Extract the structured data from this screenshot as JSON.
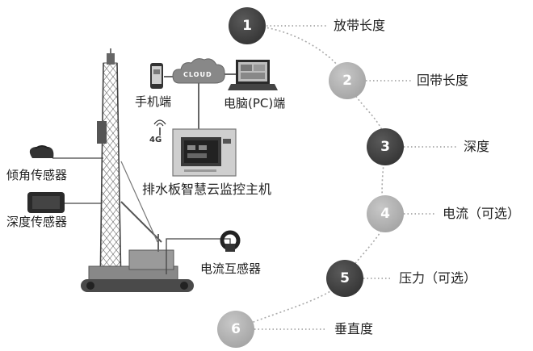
{
  "labels": {
    "phone": "手机端",
    "pc": "电脑(PC)端",
    "signal": "4G",
    "cloud": "CLOUD",
    "host": "排水板智慧云监控主机",
    "tilt_sensor": "倾角传感器",
    "depth_sensor": "深度传感器",
    "current_transformer": "电流互感器"
  },
  "parameters": [
    {
      "num": "1",
      "label": "放带长度",
      "tone": "dark"
    },
    {
      "num": "2",
      "label": "回带长度",
      "tone": "light"
    },
    {
      "num": "3",
      "label": "深度",
      "tone": "dark"
    },
    {
      "num": "4",
      "label": "电流（可选）",
      "tone": "light"
    },
    {
      "num": "5",
      "label": "压力（可选）",
      "tone": "dark"
    },
    {
      "num": "6",
      "label": "垂直度",
      "tone": "light"
    }
  ],
  "colors": {
    "dark_node": "#333333",
    "light_node": "#a8a8a8",
    "line": "#444444",
    "dots": "#999999"
  }
}
